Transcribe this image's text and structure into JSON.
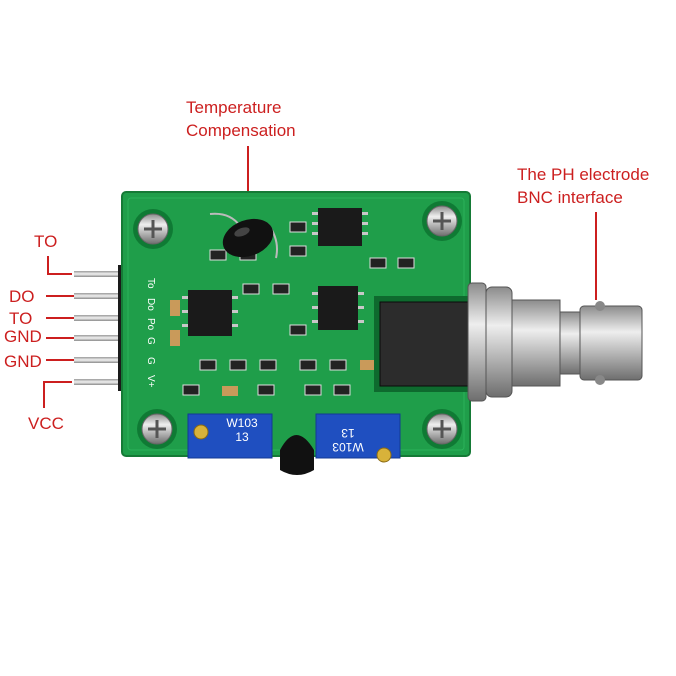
{
  "annotations": {
    "temperature_line1": "Temperature",
    "temperature_line2": "Compensation",
    "bnc_line1": "The PH electrode",
    "bnc_line2": "BNC interface"
  },
  "pins": {
    "p1": "TO",
    "p2": "DO",
    "p3": "TO",
    "p4": "GND",
    "p5": "GND",
    "p6": "VCC"
  },
  "board_silkscreen": {
    "header_labels": [
      "To",
      "Do",
      "Po",
      "G",
      "G",
      "V+"
    ],
    "pot_left": "W103",
    "pot_left_num": "13",
    "pot_right": "W103",
    "pot_right_num": "13"
  },
  "colors": {
    "label": "#cc1f1f",
    "pcb": "#1f9e4a",
    "pot": "#1f4fc0",
    "metal": "#c9c9c9"
  }
}
